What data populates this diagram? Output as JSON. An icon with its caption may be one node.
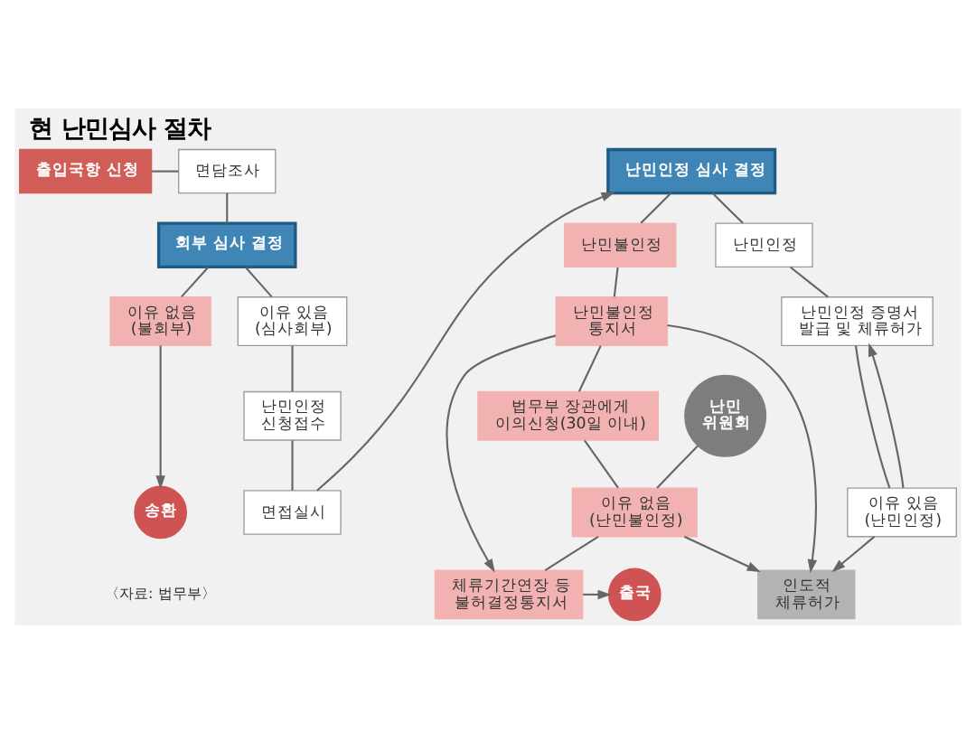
{
  "diagram": {
    "title": "현 난민심사 절차",
    "nodes": [
      {
        "text": [
          "출입국항 신청"
        ]
      },
      {
        "text": [
          "면담조사"
        ]
      },
      {
        "text": [
          "회부 심사 결정"
        ]
      },
      {
        "text": [
          "이유 없음 (불회부)"
        ]
      },
      {
        "text": [
          "이유 있음 (심사회부)"
        ]
      },
      {
        "text": [
          "송환"
        ]
      },
      {
        "text": [
          "난민인정 신청접수"
        ]
      },
      {
        "text": [
          "면접실시"
        ]
      },
      {
        "text": [
          "난민인정 심사 결정"
        ]
      },
      {
        "text": [
          "난민불인정"
        ]
      },
      {
        "text": [
          "난민인정"
        ]
      },
      {
        "text": [
          "난민불인정 통지서"
        ]
      },
      {
        "text": [
          "난민인정 증명서 발급 및 체류허가"
        ]
      },
      {
        "text": [
          "법무부 장관에게 이의신청(30일 이내)"
        ]
      },
      {
        "text": [
          "난민 위원회"
        ]
      },
      {
        "text": [
          "이유 없음 (난민불인정)"
        ]
      },
      {
        "text": [
          "이유 있음 (난민인정)"
        ]
      },
      {
        "text": [
          "출국"
        ]
      },
      {
        "text": [
          "체류기간연장 등 불허결정통지서"
        ]
      },
      {
        "text": [
          "인도적 체류허가"
        ]
      }
    ],
    "edges": [
      {
        "from": 0,
        "to": 1,
        "arrow": "none"
      },
      {
        "from": 1,
        "to": 2,
        "arrow": "none"
      },
      {
        "from": 2,
        "to": 3,
        "arrow": "none"
      },
      {
        "from": 2,
        "to": 4,
        "arrow": "none"
      },
      {
        "from": 3,
        "to": 5,
        "arrow": "to"
      },
      {
        "from": 4,
        "to": 6,
        "arrow": "none"
      },
      {
        "from": 6,
        "to": 7,
        "arrow": "none"
      },
      {
        "from": 7,
        "to": 8,
        "arrow": "to"
      },
      {
        "from": 8,
        "to": 9,
        "arrow": "none"
      },
      {
        "from": 8,
        "to": 10,
        "arrow": "none"
      },
      {
        "from": 9,
        "to": 11,
        "arrow": "none"
      },
      {
        "from": 10,
        "to": 12,
        "arrow": "none"
      },
      {
        "from": 11,
        "to": 13,
        "arrow": "none"
      },
      {
        "from": 11,
        "to": 18,
        "arrow": "to"
      },
      {
        "from": 11,
        "to": 19,
        "arrow": "to"
      },
      {
        "from": 13,
        "to": 15,
        "arrow": "none"
      },
      {
        "from": 14,
        "to": 15,
        "arrow": "none"
      },
      {
        "from": 15,
        "to": 18,
        "arrow": "none"
      },
      {
        "from": 15,
        "to": 19,
        "arrow": "to"
      },
      {
        "from": 12,
        "to": 16,
        "arrow": "none"
      },
      {
        "from": 16,
        "to": 12,
        "arrow": "to"
      },
      {
        "from": 16,
        "to": 19,
        "arrow": "to"
      },
      {
        "from": 18,
        "to": 17,
        "arrow": "to"
      }
    ],
    "labels": [
      "〈자료: 법무부〉"
    ]
  }
}
